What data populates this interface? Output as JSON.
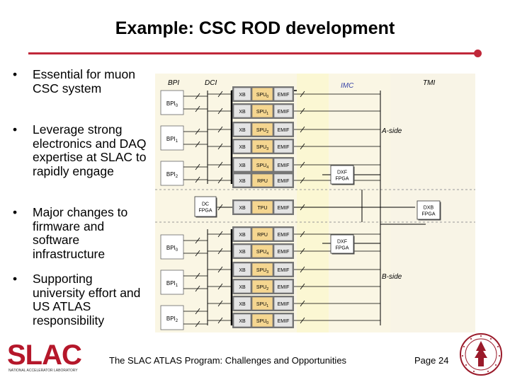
{
  "slide": {
    "title": "Example: CSC ROD development",
    "bullets": [
      "Essential for muon CSC system",
      "Leverage strong electronics and DAQ expertise at SLAC to rapidly engage",
      "Major changes to firmware and software infrastructure",
      "Supporting university effort and US ATLAS responsibility"
    ],
    "footer_text": "The SLAC ATLAS Program: Challenges and Opportunities",
    "page_label": "Page 24",
    "accent_color": "#c0283a",
    "logo_text": "SLAC",
    "logo_subtext": "NATIONAL ACCELERATOR LABORATORY"
  },
  "diagram": {
    "region_labels": {
      "bpi": "BPI",
      "dci": "DCI",
      "imc": "IMC",
      "tmi": "TMI",
      "a_side": "A-side",
      "b_side": "B-side"
    },
    "bpi_labels": [
      "BPI0",
      "BPI1",
      "BPI2",
      "BPI0",
      "BPI1",
      "BPI2"
    ],
    "a_rows": [
      {
        "xb": "XB",
        "spu": "SPU0",
        "emif": "EMIF"
      },
      {
        "xb": "XB",
        "spu": "SPU1",
        "emif": "EMIF"
      },
      {
        "xb": "XB",
        "spu": "SPU2",
        "emif": "EMIF"
      },
      {
        "xb": "XB",
        "spu": "SPU3",
        "emif": "EMIF"
      },
      {
        "xb": "XB",
        "spu": "SPU4",
        "emif": "EMIF"
      },
      {
        "xb": "XB",
        "spu": "RPU",
        "emif": "EMIF"
      }
    ],
    "mid_row": {
      "xb": "XB",
      "spu": "TPU",
      "emif": "EMIF"
    },
    "b_rows": [
      {
        "xb": "XB",
        "spu": "RPU",
        "emif": "EMIF"
      },
      {
        "xb": "XB",
        "spu": "SPU4",
        "emif": "EMIF"
      },
      {
        "xb": "XB",
        "spu": "SPU3",
        "emif": "EMIF"
      },
      {
        "xb": "XB",
        "spu": "SPU2",
        "emif": "EMIF"
      },
      {
        "xb": "XB",
        "spu": "SPU1",
        "emif": "EMIF"
      },
      {
        "xb": "XB",
        "spu": "SPU0",
        "emif": "EMIF"
      }
    ],
    "dxf_a": [
      "DXF",
      "FPGA"
    ],
    "dc_fpga": [
      "DC",
      "FPGA"
    ],
    "dxb_fpga": [
      "DXB",
      "FPGA"
    ],
    "dxf_b": [
      "DXF",
      "FPGA"
    ]
  }
}
